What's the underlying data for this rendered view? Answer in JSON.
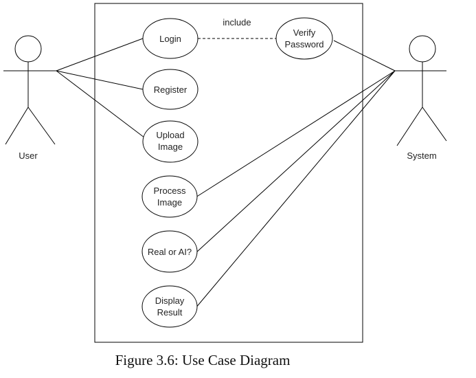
{
  "actors": {
    "user": {
      "label": "User"
    },
    "system": {
      "label": "System"
    }
  },
  "use_cases": {
    "login": {
      "lines": [
        "Login"
      ]
    },
    "register": {
      "lines": [
        "Register"
      ]
    },
    "upload_image": {
      "lines": [
        "Upload",
        "Image"
      ]
    },
    "process_image": {
      "lines": [
        "Process",
        "Image"
      ]
    },
    "real_or_ai": {
      "lines": [
        "Real or AI?"
      ]
    },
    "display_result": {
      "lines": [
        "Display",
        "Result"
      ]
    },
    "verify_password": {
      "lines": [
        "Verify",
        "Password"
      ]
    }
  },
  "relationships": {
    "include_label": "include"
  },
  "caption": "Figure 3.6: Use Case Diagram",
  "colors": {
    "stroke": "#000000",
    "fill": "#ffffff"
  }
}
